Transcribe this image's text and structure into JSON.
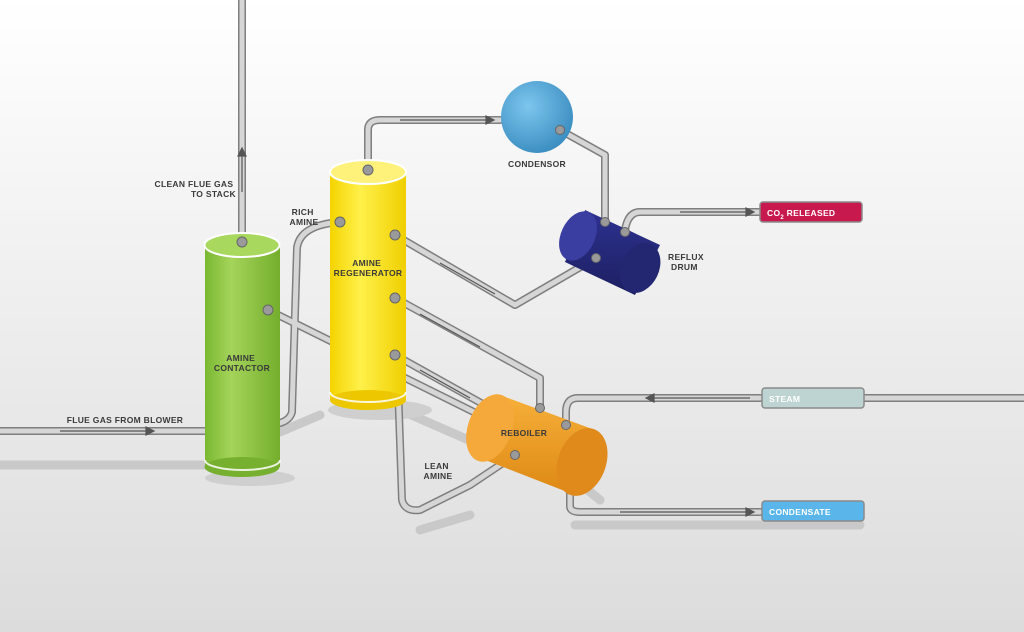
{
  "colors": {
    "contactor": "#8cc43c",
    "regenerator": "#ffe21a",
    "condensor": "#4a9fd0",
    "reflux_drum": "#242878",
    "reboiler": "#f0a020",
    "co2_tag": "#c8194f",
    "steam_tag": "#bed4d2",
    "condensate_tag": "#5ab6ea"
  },
  "equipment": {
    "amine_contactor": [
      "AMINE",
      "CONTACTOR"
    ],
    "amine_regenerator": [
      "AMINE",
      "REGENERATOR"
    ],
    "condensor": "CONDENSOR",
    "reflux_drum": [
      "REFLUX",
      "DRUM"
    ],
    "reboiler": "REBOILER"
  },
  "stream_labels": {
    "clean_flue_gas": [
      "CLEAN FLUE GAS",
      "TO STACK"
    ],
    "rich_amine": [
      "RICH",
      "AMINE"
    ],
    "lean_amine": [
      "LEAN",
      "AMINE"
    ],
    "flue_gas_from_blower": "FLUE GAS FROM BLOWER"
  },
  "tags": {
    "co2_released": {
      "prefix": "CO",
      "subscript": "2",
      "suffix": " RELEASED"
    },
    "steam": "STEAM",
    "condensate": "CONDENSATE"
  }
}
